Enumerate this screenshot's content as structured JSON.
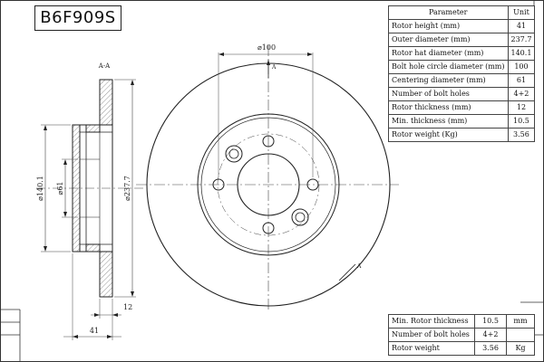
{
  "part_number": "B6F909S",
  "spec_table": {
    "header": {
      "parameter": "Parameter",
      "unit": "Unit"
    },
    "rows": [
      {
        "label": "Rotor height (mm)",
        "value": "41"
      },
      {
        "label": "Outer diameter (mm)",
        "value": "237.7"
      },
      {
        "label": "Rotor hat diameter (mm)",
        "value": "140.1"
      },
      {
        "label": "Bolt hole circle diameter (mm)",
        "value": "100"
      },
      {
        "label": "Centering diameter (mm)",
        "value": "61"
      },
      {
        "label": "Number of bolt holes",
        "value": "4+2"
      },
      {
        "label": "Rotor thickness (mm)",
        "value": "12"
      },
      {
        "label": "Min. thickness (mm)",
        "value": "10.5"
      },
      {
        "label": "Rotor weight (Kg)",
        "value": "3.56"
      }
    ]
  },
  "bottom_table": {
    "rows": [
      {
        "label": "Min. Rotor thickness",
        "value": "10.5",
        "unit": "mm"
      },
      {
        "label": "Number of bolt holes",
        "value": "4+2",
        "unit": ""
      },
      {
        "label": "Rotor weight",
        "value": "3.56",
        "unit": "Kg"
      }
    ]
  },
  "drawing": {
    "section_label": "A-A",
    "dim_hat_diameter": "⌀140.1",
    "dim_centering": "⌀61",
    "dim_outer_diameter": "⌀237.7",
    "dim_thickness": "12",
    "dim_height": "41",
    "dim_bolt_circle": "⌀100",
    "view_marker": "A"
  },
  "colors": {
    "line": "#222222",
    "hatch": "#666666",
    "background": "#ffffff"
  }
}
